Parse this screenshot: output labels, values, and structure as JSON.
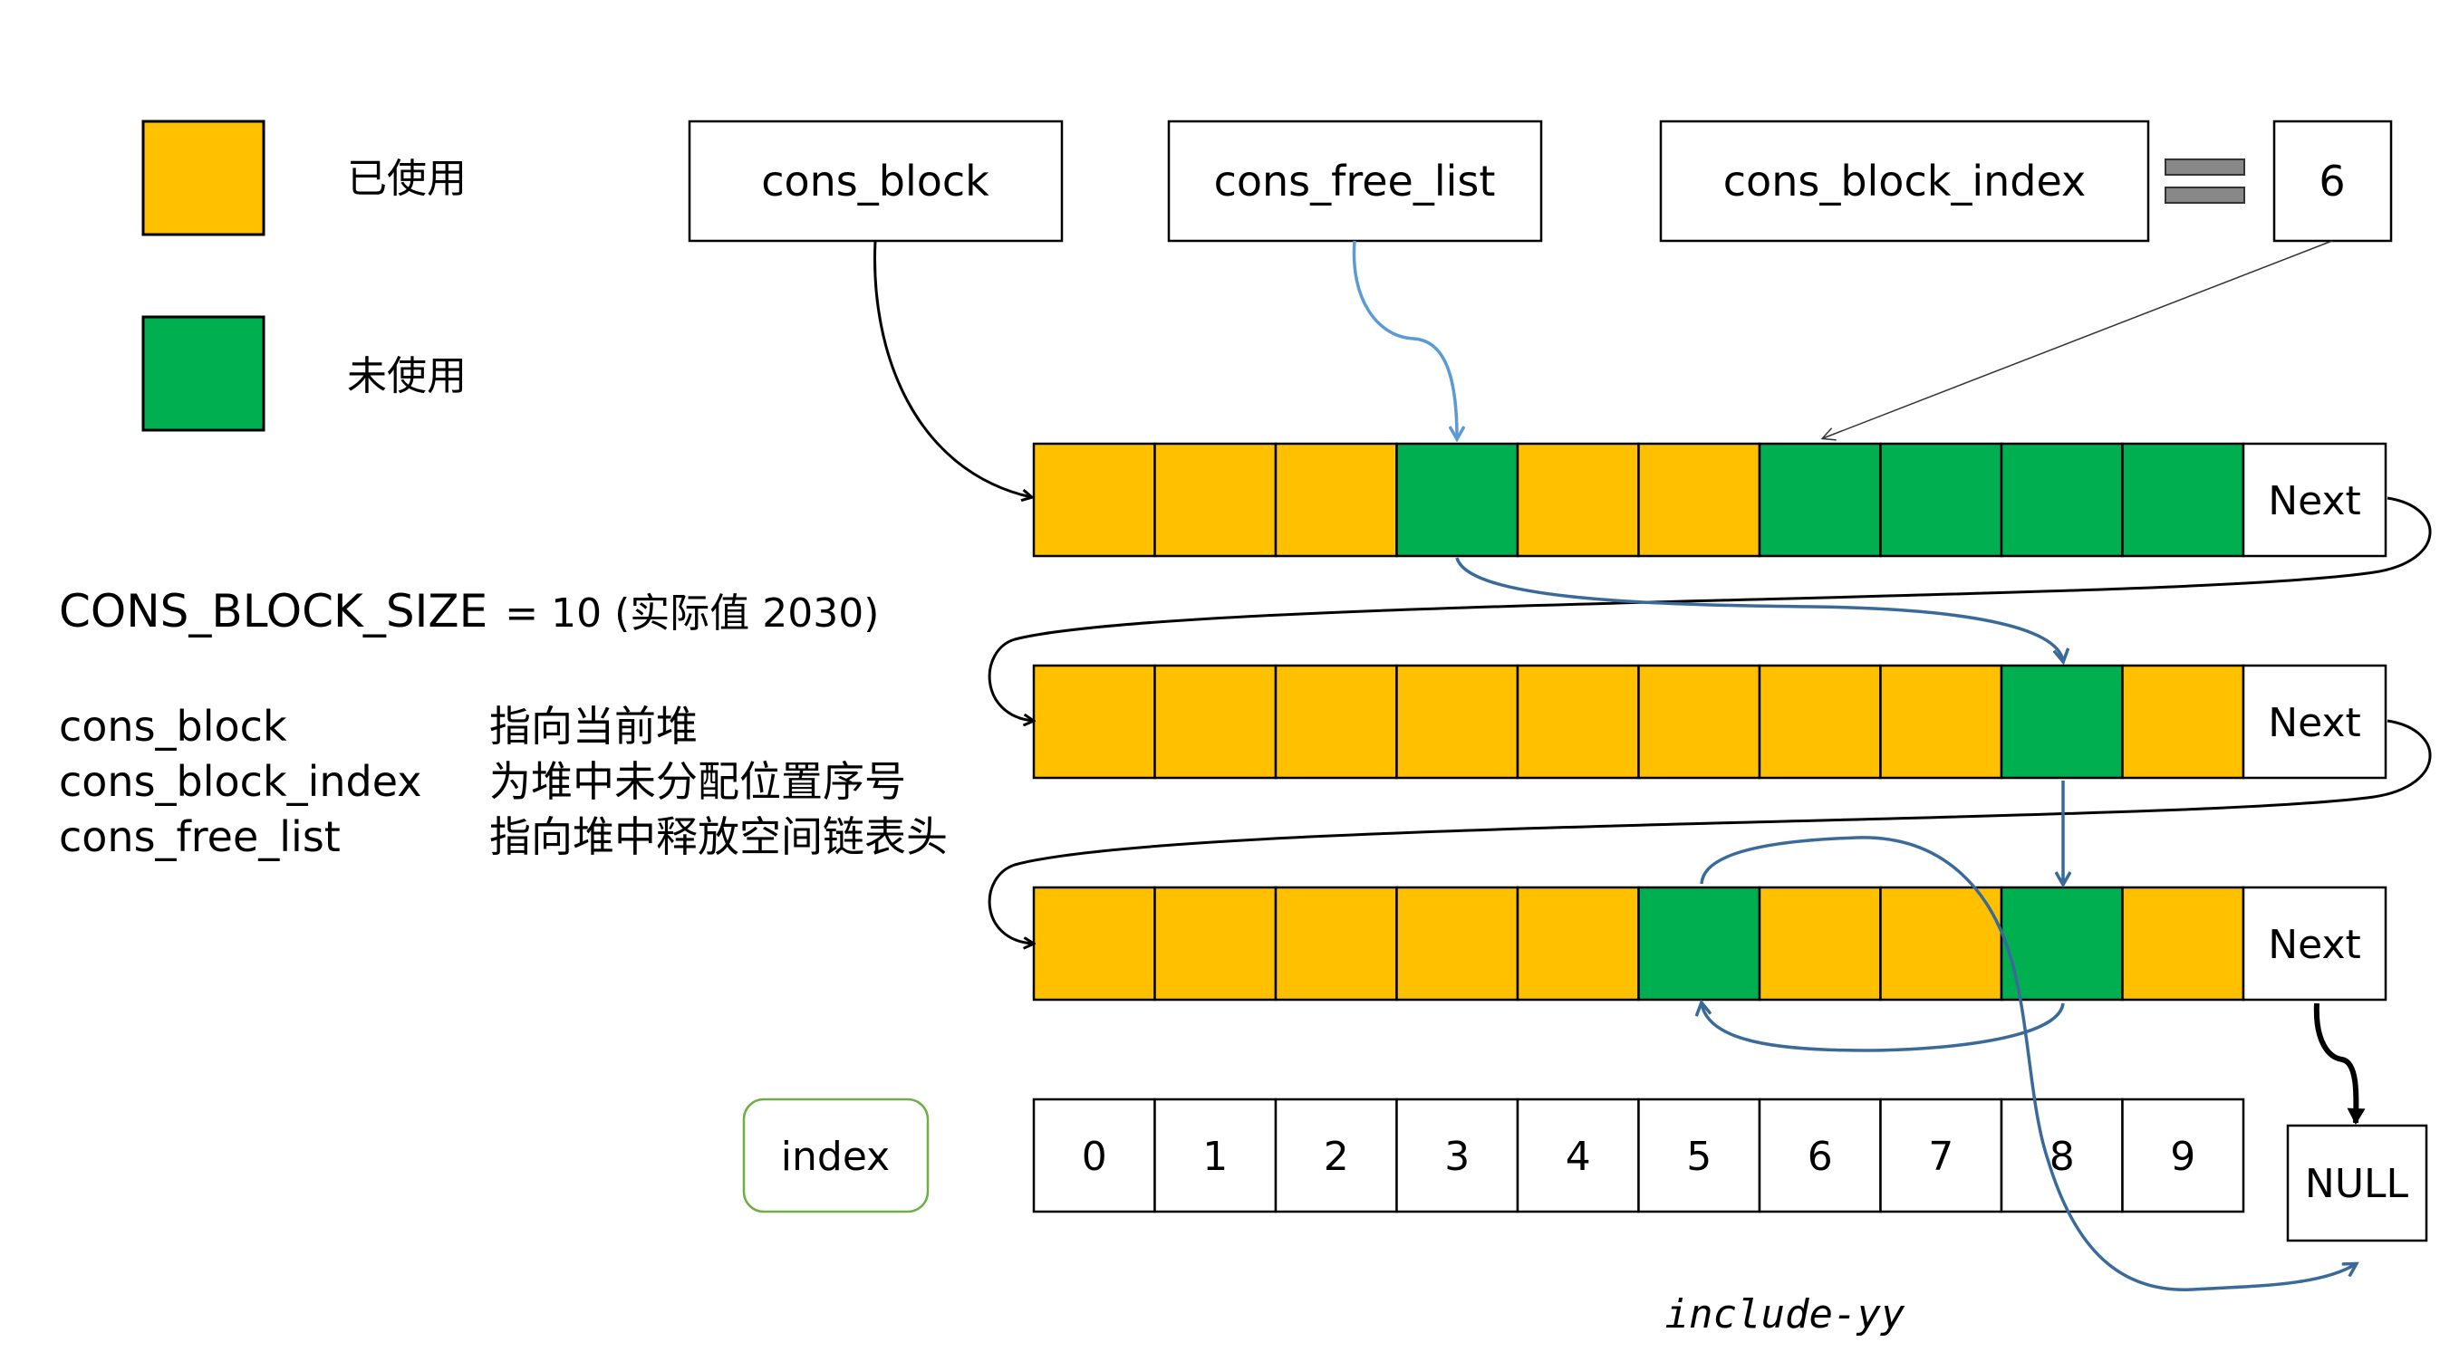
{
  "legend": {
    "used_label": "已使用",
    "unused_label": "未使用",
    "used_color": "#FFC000",
    "unused_color": "#00B050"
  },
  "pointers": {
    "cons_block": "cons_block",
    "cons_free_list": "cons_free_list",
    "cons_block_index": "cons_block_index",
    "index_value": "6"
  },
  "constants": {
    "name": "CONS_BLOCK_SIZE",
    "suffix": "= 10 (实际值 2030)"
  },
  "descriptions": [
    {
      "term": "cons_block",
      "desc": "指向当前堆"
    },
    {
      "term": "cons_block_index",
      "desc": "为堆中未分配位置序号"
    },
    {
      "term": "cons_free_list",
      "desc": "指向堆中释放空间链表头"
    }
  ],
  "blocks": [
    {
      "cells": [
        "used",
        "used",
        "used",
        "free",
        "used",
        "used",
        "free",
        "free",
        "free",
        "free"
      ],
      "next_label": "Next"
    },
    {
      "cells": [
        "used",
        "used",
        "used",
        "used",
        "used",
        "used",
        "used",
        "used",
        "free",
        "used"
      ],
      "next_label": "Next"
    },
    {
      "cells": [
        "used",
        "used",
        "used",
        "used",
        "used",
        "free",
        "used",
        "used",
        "free",
        "used"
      ],
      "next_label": "Next"
    }
  ],
  "index_row": {
    "label": "index",
    "values": [
      "0",
      "1",
      "2",
      "3",
      "4",
      "5",
      "6",
      "7",
      "8",
      "9"
    ]
  },
  "null_label": "NULL",
  "watermark": "include-yy",
  "colors": {
    "arrow_black": "#000000",
    "arrow_light_blue": "#5B9BD5",
    "arrow_dark_blue": "#3A6A9A",
    "index_border": "#70AD47"
  }
}
